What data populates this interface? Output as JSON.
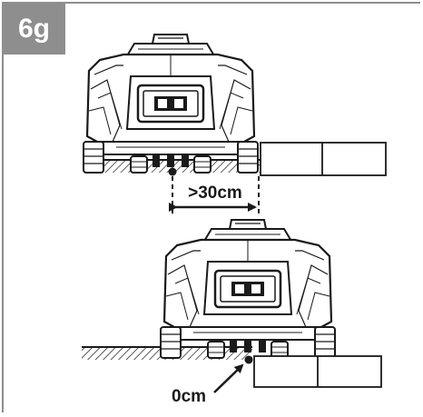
{
  "figure": {
    "step_label": "6g",
    "distance_far_label": ">30cm",
    "distance_zero_label": "0cm"
  },
  "colors": {
    "frame": "#8e8e8e",
    "badge_bg": "#8e8e8e",
    "badge_text": "#ffffff",
    "line": "#1a1a1a"
  }
}
